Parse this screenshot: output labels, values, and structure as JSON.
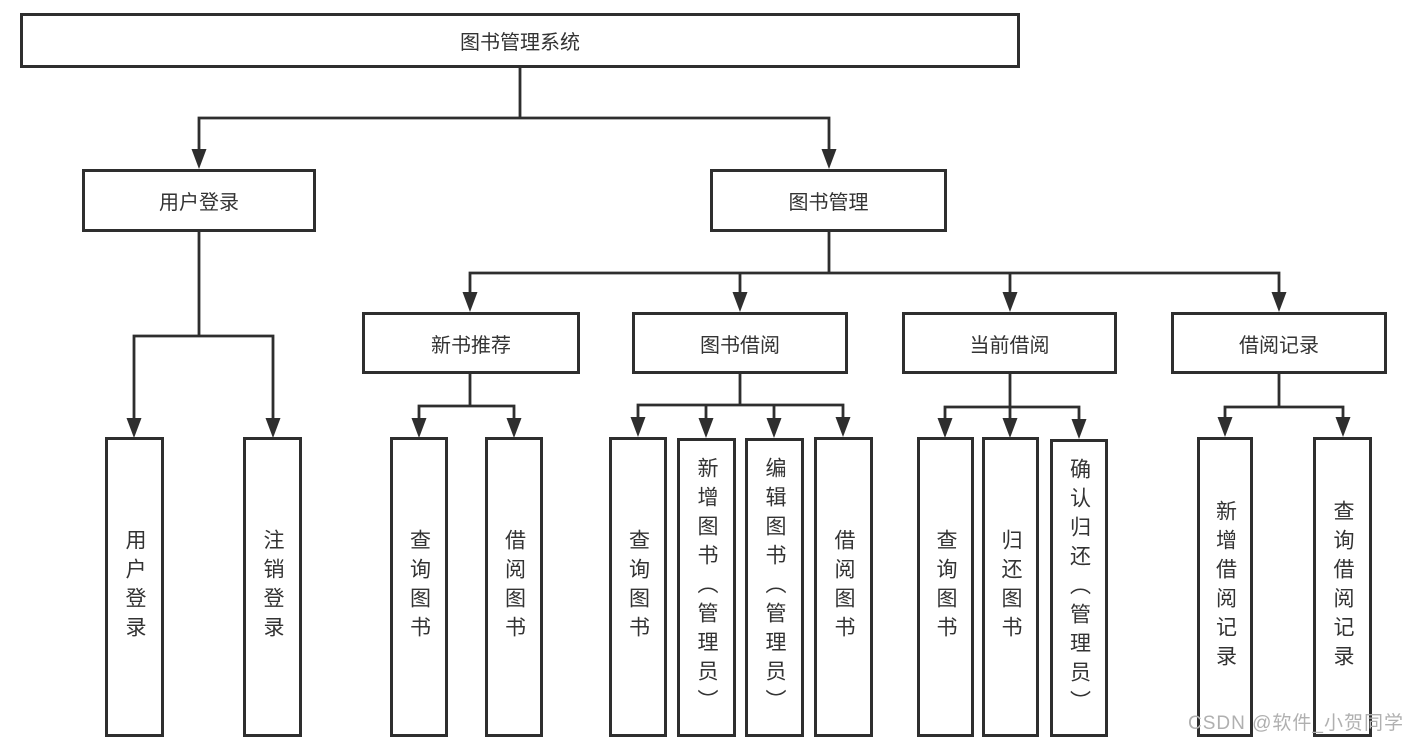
{
  "tree": {
    "root": "图书管理系统",
    "branches": [
      {
        "label": "用户登录",
        "leaves": [
          "用户登录",
          "注销登录"
        ]
      },
      {
        "label": "图书管理",
        "subbranches": [
          {
            "label": "新书推荐",
            "leaves": [
              "查询图书",
              "借阅图书"
            ]
          },
          {
            "label": "图书借阅",
            "leaves": [
              "查询图书",
              "新增图书（管理员）",
              "编辑图书（管理员）",
              "借阅图书"
            ]
          },
          {
            "label": "当前借阅",
            "leaves": [
              "查询图书",
              "归还图书",
              "确认归还（管理员）"
            ]
          },
          {
            "label": "借阅记录",
            "leaves": [
              "新增借阅记录",
              "查询借阅记录"
            ]
          }
        ]
      }
    ]
  },
  "watermark": "CSDN @软件_小贺同学",
  "colors": {
    "line": "#2e2e2e",
    "text": "#333333",
    "watermark": "#b0b0b0",
    "background": "#ffffff"
  }
}
